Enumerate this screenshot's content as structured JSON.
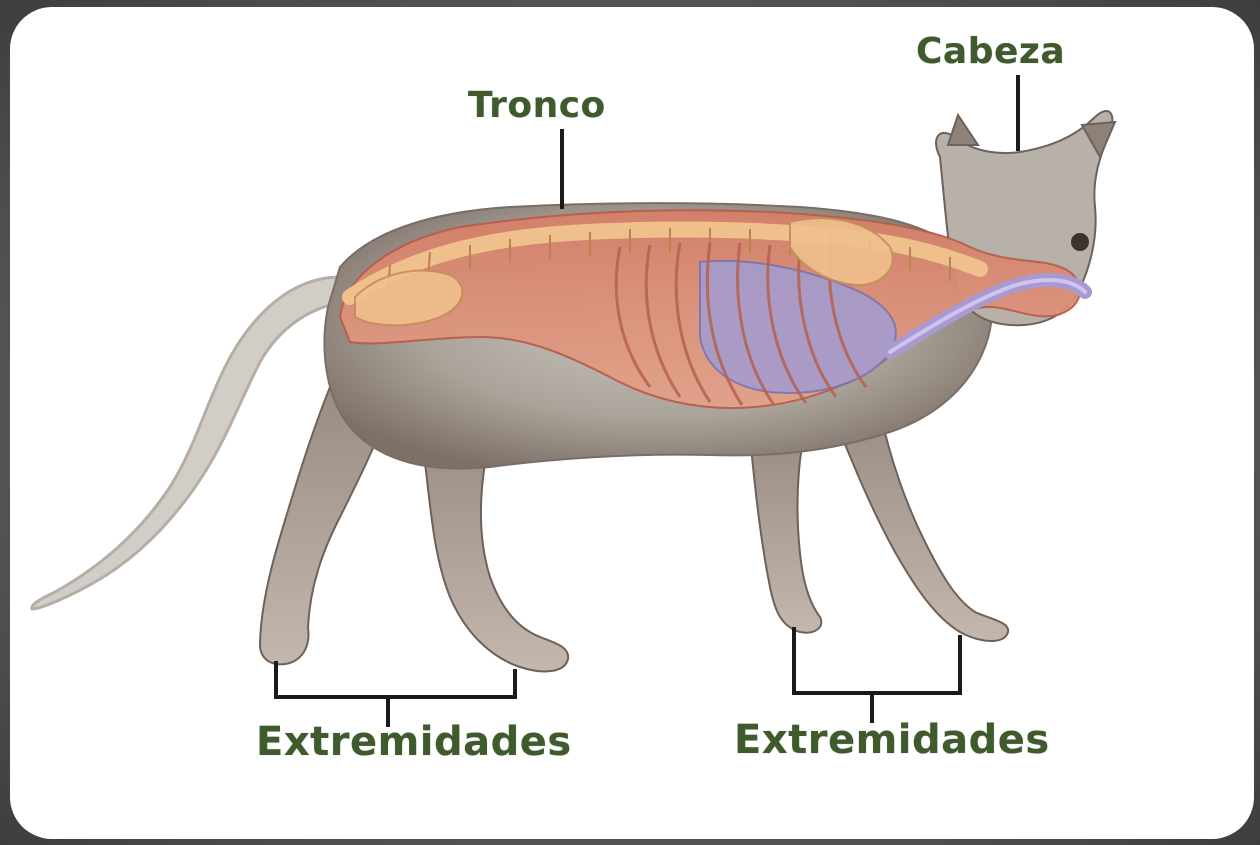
{
  "labels": {
    "head": "Cabeza",
    "trunk": "Tronco",
    "limbs_left": "Extremidades",
    "limbs_right": "Extremidades"
  },
  "colors": {
    "label_text": "#3f5a2c",
    "leader_line": "#1a1a1a",
    "fur": "#a9a39a",
    "fur_dark": "#6e6159",
    "fur_light": "#d4d0cb",
    "muscle": "#d98a72",
    "bone": "#e8b27a",
    "lung": "#9b92c7",
    "background_card": "#ffffff",
    "background_frame": "#5f5f5f"
  }
}
